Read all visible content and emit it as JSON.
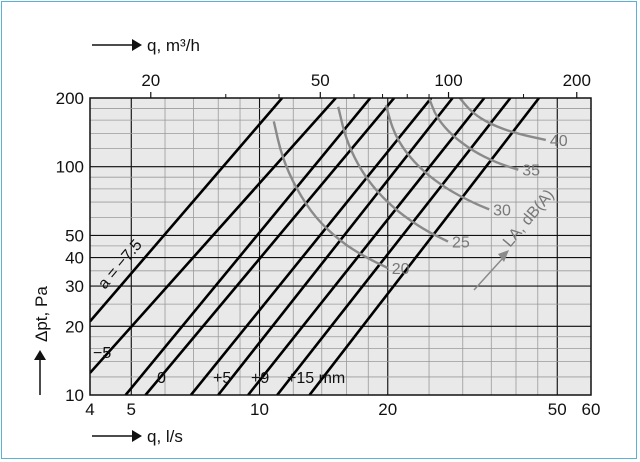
{
  "chart_data": {
    "type": "line",
    "x_axis": {
      "label": "q, l/s",
      "scale": "log",
      "range": [
        4,
        60
      ],
      "ticks": [
        "4",
        "5",
        "10",
        "20",
        "50",
        "60"
      ]
    },
    "x2_axis": {
      "label": "q, m³/h",
      "scale": "log",
      "range": [
        14.4,
        216
      ],
      "ticks": [
        "20",
        "50",
        "100",
        "200"
      ]
    },
    "y_axis": {
      "label": "Δpt, Pa",
      "scale": "log",
      "range": [
        10,
        200
      ],
      "ticks": [
        "10",
        "20",
        "30",
        "40",
        "50",
        "100",
        "200"
      ]
    },
    "grid": true,
    "series": [
      {
        "name": "a = −7.5",
        "points": [
          [
            4,
            21
          ],
          [
            11.3,
            200
          ]
        ]
      },
      {
        "name": "−5",
        "points": [
          [
            4,
            12.5
          ],
          [
            15.1,
            200
          ]
        ]
      },
      {
        "name": "",
        "points": [
          [
            4.85,
            10
          ],
          [
            18.2,
            200
          ]
        ]
      },
      {
        "name": "0",
        "points": [
          [
            5.4,
            10
          ],
          [
            20.7,
            200
          ]
        ]
      },
      {
        "name": "",
        "points": [
          [
            6.9,
            10
          ],
          [
            25.3,
            200
          ]
        ]
      },
      {
        "name": "+5",
        "points": [
          [
            8.0,
            10
          ],
          [
            28.4,
            200
          ]
        ]
      },
      {
        "name": "",
        "points": [
          [
            9.4,
            10
          ],
          [
            33.7,
            200
          ]
        ]
      },
      {
        "name": "+9",
        "points": [
          [
            11.0,
            10
          ],
          [
            38.8,
            200
          ]
        ]
      },
      {
        "name": "+15 mm",
        "points": [
          [
            13.1,
            10
          ],
          [
            45.3,
            200
          ]
        ]
      }
    ],
    "sound_curves": {
      "label": "LA, dB(A)",
      "curves": [
        {
          "level": "20",
          "points": [
            [
              10.8,
              158
            ],
            [
              11.3,
              110
            ],
            [
              12.2,
              80
            ],
            [
              13.5,
              60
            ],
            [
              15.5,
              47
            ],
            [
              17.8,
              40
            ],
            [
              20,
              36
            ]
          ]
        },
        {
          "level": "25",
          "points": [
            [
              15.3,
              183
            ],
            [
              15.9,
              135
            ],
            [
              17,
              102
            ],
            [
              18.6,
              80
            ],
            [
              21,
              64
            ],
            [
              24.3,
              53
            ],
            [
              27.7,
              47
            ]
          ]
        },
        {
          "level": "30",
          "points": [
            [
              19.8,
              186
            ],
            [
              20.6,
              143
            ],
            [
              22,
              116
            ],
            [
              24.3,
              95
            ],
            [
              27.5,
              80
            ],
            [
              31.5,
              70
            ],
            [
              34.6,
              65
            ]
          ]
        },
        {
          "level": "35",
          "points": [
            [
              25,
              200
            ],
            [
              26,
              165
            ],
            [
              28.2,
              138
            ],
            [
              31.5,
              118
            ],
            [
              36,
              104
            ],
            [
              40.5,
              97
            ]
          ]
        },
        {
          "level": "40",
          "points": [
            [
              29.5,
              200
            ],
            [
              31.6,
              172
            ],
            [
              35,
              153
            ],
            [
              40,
              140
            ],
            [
              47,
              131
            ]
          ]
        }
      ]
    },
    "annotations": {
      "a_minus_7_5": "a = −7.5",
      "minus_5": "−5",
      "zero": "0",
      "plus_5": "+5",
      "plus_9": "+9",
      "plus_15": "+15 mm",
      "la_label": "LA, dB(A)"
    }
  },
  "colors": {
    "plot_bg": "#e9e9e9",
    "major_grid": "#111111",
    "minor_grid": "#9a9a9a",
    "series": "#000000",
    "sound": "#8a8a8a",
    "frame": "#5ab3d6"
  }
}
